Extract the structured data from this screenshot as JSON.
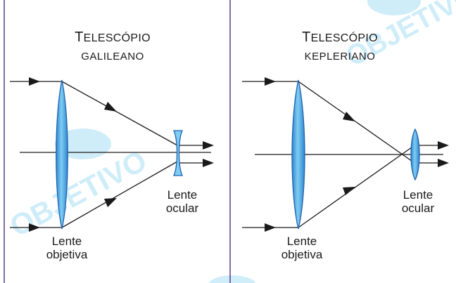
{
  "watermark": {
    "text": "OBJETIVO",
    "color": "#a9dff5"
  },
  "colors": {
    "frame": "#5a3e86",
    "lens_fill": "#5cb8ea",
    "lens_stroke": "#1f63b0",
    "ray": "#1a1a1a"
  },
  "left_panel": {
    "title_line1_initial": "T",
    "title_line1_rest": "ELESCÓPIO",
    "title_line2": "GALILEANO",
    "objective_label_line1": "Lente",
    "objective_label_line2": "objetiva",
    "ocular_label_line1": "Lente",
    "ocular_label_line2": "ocular"
  },
  "right_panel": {
    "title_line1_initial": "T",
    "title_line1_rest": "ELESCÓPIO",
    "title_line2": "KEPLERIANO",
    "objective_label_line1": "Lente",
    "objective_label_line2": "objetiva",
    "ocular_label_line1": "Lente",
    "ocular_label_line2": "ocular"
  }
}
